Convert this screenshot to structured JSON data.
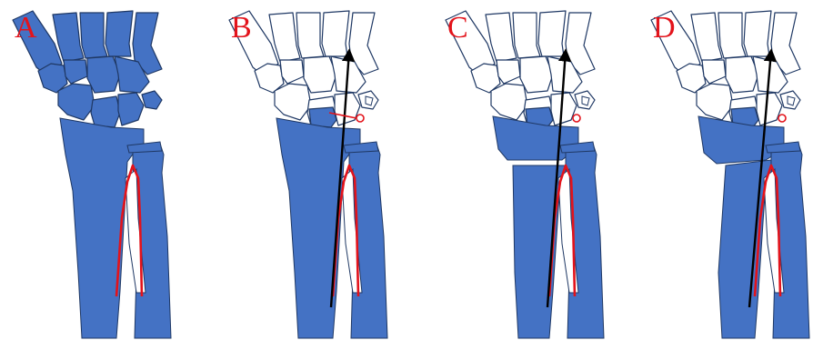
{
  "colors": {
    "bone_fill": "#4472c4",
    "bone_stroke": "#1f3864",
    "outline_fill": "#ffffff",
    "highlight": "#e3131b",
    "axis_line": "#000000",
    "label": "#e3131b"
  },
  "panels": [
    {
      "label": "A",
      "carpals": "filled",
      "axis_line": false,
      "marker": false,
      "osteotomy": "none"
    },
    {
      "label": "B",
      "carpals": "outlined",
      "axis_line": true,
      "marker": true,
      "osteotomy": "none"
    },
    {
      "label": "C",
      "carpals": "outlined",
      "axis_line": true,
      "marker": true,
      "osteotomy": "transverse"
    },
    {
      "label": "D",
      "carpals": "outlined",
      "axis_line": true,
      "marker": true,
      "osteotomy": "oblique"
    }
  ]
}
